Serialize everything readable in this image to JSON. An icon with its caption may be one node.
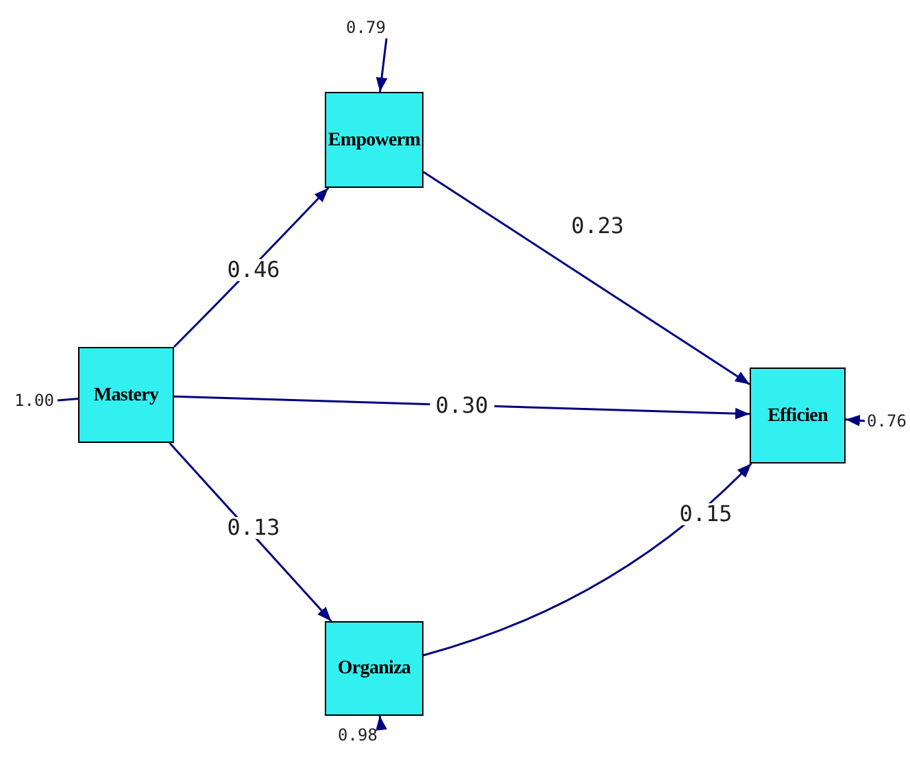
{
  "diagram": {
    "nodes": [
      {
        "text": [
          "Mastery"
        ]
      },
      {
        "text": [
          "Empowerm"
        ]
      },
      {
        "text": [
          "Organiza"
        ]
      },
      {
        "text": [
          "Efficien"
        ]
      },
      {
        "text": [
          "1.00"
        ]
      },
      {
        "text": [
          "0.79"
        ]
      },
      {
        "text": [
          "0.98"
        ]
      },
      {
        "text": [
          "0.76"
        ]
      }
    ],
    "edges": [
      {
        "from": 0,
        "to": 1,
        "arrow": "to",
        "label": "0.46"
      },
      {
        "from": 0,
        "to": 3,
        "arrow": "to",
        "label": "0.30"
      },
      {
        "from": 0,
        "to": 2,
        "arrow": "to",
        "label": "0.13"
      },
      {
        "from": 1,
        "to": 3,
        "arrow": "to",
        "label": "0.23"
      },
      {
        "from": 2,
        "to": 3,
        "arrow": "to",
        "label": "0.15"
      },
      {
        "from": 4,
        "to": 0,
        "arrow": "none"
      },
      {
        "from": 5,
        "to": 1,
        "arrow": "to"
      },
      {
        "from": 6,
        "to": 2,
        "arrow": "to"
      },
      {
        "from": 7,
        "to": 3,
        "arrow": "to"
      }
    ]
  }
}
